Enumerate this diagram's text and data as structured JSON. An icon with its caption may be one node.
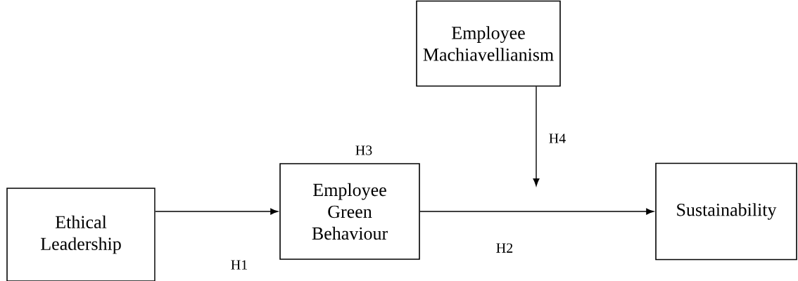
{
  "diagram": {
    "nodes": [
      {
        "text": [
          "Employee Machiavellianism"
        ]
      },
      {
        "text": [
          "Ethical Leadership"
        ]
      },
      {
        "text": [
          "Employee Green Behaviour"
        ]
      },
      {
        "text": [
          "Sustainability"
        ]
      }
    ],
    "edges": [
      {
        "from": 1,
        "to": 2,
        "arrow": "to",
        "label": "H1"
      },
      {
        "from": 2,
        "to": 3,
        "arrow": "to",
        "label": "H2"
      },
      {
        "from": 0,
        "to": null,
        "arrow": "to",
        "label": "H4"
      }
    ],
    "labels": [
      "H3"
    ]
  }
}
